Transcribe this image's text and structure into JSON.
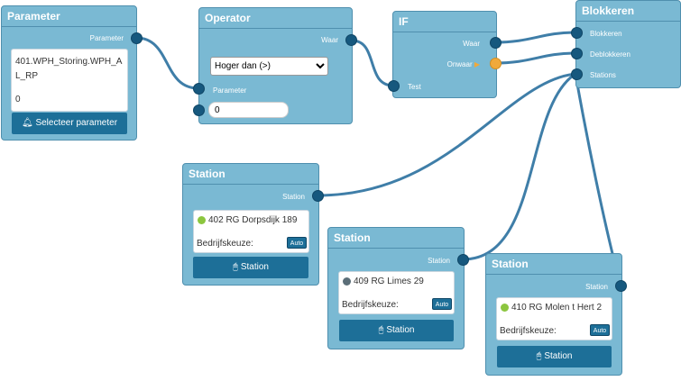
{
  "parameter_node": {
    "title": "Parameter",
    "out_port": "Parameter",
    "value": "401.WPH_Storing.WPH_A\nL_RP",
    "number": "0",
    "select_button": "Selecteer parameter",
    "bell_icon": "bell-icon"
  },
  "operator_node": {
    "title": "Operator",
    "out_port": "Waar",
    "select_value": "Hoger dan (>)",
    "in_port": "Parameter",
    "input_value": "0"
  },
  "if_node": {
    "title": "IF",
    "out_true": "Waar",
    "out_false": "Onwaar",
    "in_port": "Test"
  },
  "block_node": {
    "title": "Blokkeren",
    "in_block": "Blokkeren",
    "in_unblock": "Deblokkeren",
    "in_stations": "Stations"
  },
  "stations": [
    {
      "title": "Station",
      "out_port": "Station",
      "name": "402 RG Dorpsdijk  189",
      "status_color": "#8cc63f",
      "mode_label": "Bedrijfskeuze:",
      "mode": "Auto",
      "button": "Station"
    },
    {
      "title": "Station",
      "out_port": "Station",
      "name": "409 RG Limes 29",
      "status_color": "#5b6e78",
      "mode_label": "Bedrijfskeuze:",
      "mode": "Auto",
      "button": "Station"
    },
    {
      "title": "Station",
      "out_port": "Station",
      "name": "410 RG Molen t Hert  2",
      "status_color": "#8cc63f",
      "mode_label": "Bedrijfskeuze:",
      "mode": "Auto",
      "button": "Station"
    }
  ],
  "colors": {
    "node_bg": "#7ab9d3",
    "port": "#16587e",
    "port_false": "#f0a93b",
    "button": "#1d6f98",
    "wire": "#3f7ea8"
  }
}
